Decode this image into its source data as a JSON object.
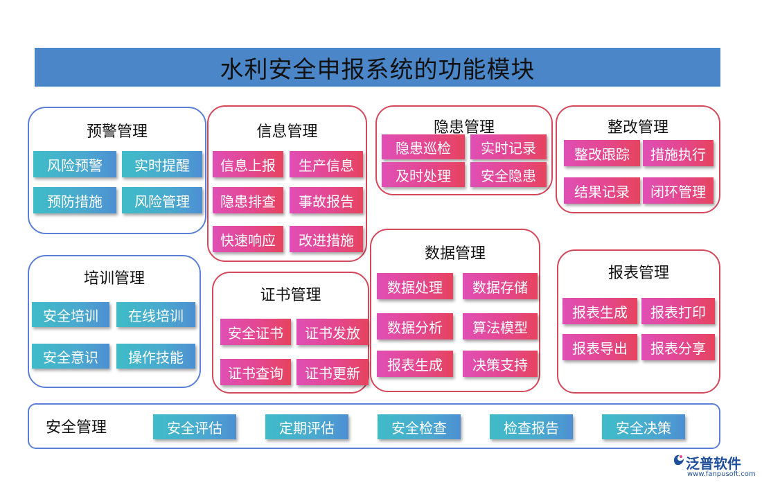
{
  "title": "水利安全申报系统的功能模块",
  "groups": {
    "yujing": {
      "title": "预警管理",
      "items": [
        "风险预警",
        "实时提醒",
        "预防措施",
        "风险管理"
      ]
    },
    "xinxi": {
      "title": "信息管理",
      "items": [
        "信息上报",
        "生产信息",
        "隐患排查",
        "事故报告",
        "快速响应",
        "改进措施"
      ]
    },
    "yinhuan": {
      "title": "隐患管理",
      "items": [
        "隐患巡检",
        "实时记录",
        "及时处理",
        "安全隐患"
      ]
    },
    "zhenggai": {
      "title": "整改管理",
      "items": [
        "整改跟踪",
        "措施执行",
        "结果记录",
        "闭环管理"
      ]
    },
    "peixun": {
      "title": "培训管理",
      "items": [
        "安全培训",
        "在线培训",
        "安全意识",
        "操作技能"
      ]
    },
    "zhengshu": {
      "title": "证书管理",
      "items": [
        "安全证书",
        "证书发放",
        "证书查询",
        "证书更新"
      ]
    },
    "shuju": {
      "title": "数据管理",
      "items": [
        "数据处理",
        "数据存储",
        "数据分析",
        "算法模型",
        "报表生成",
        "决策支持"
      ]
    },
    "baobiao": {
      "title": "报表管理",
      "items": [
        "报表生成",
        "报表打印",
        "报表导出",
        "报表分享"
      ]
    }
  },
  "safety": {
    "label": "安全管理",
    "items": [
      "安全评估",
      "定期评估",
      "安全检查",
      "检查报告",
      "安全决策"
    ]
  },
  "logo": {
    "name": "泛普软件",
    "url": "www.fanpusoft.com"
  },
  "colors": {
    "title_bar": "#4a86c8",
    "blue_border": "#5b7fd6",
    "red_border": "#d5485c",
    "teal": "#3fbcc7",
    "pink": "#e4478f"
  }
}
